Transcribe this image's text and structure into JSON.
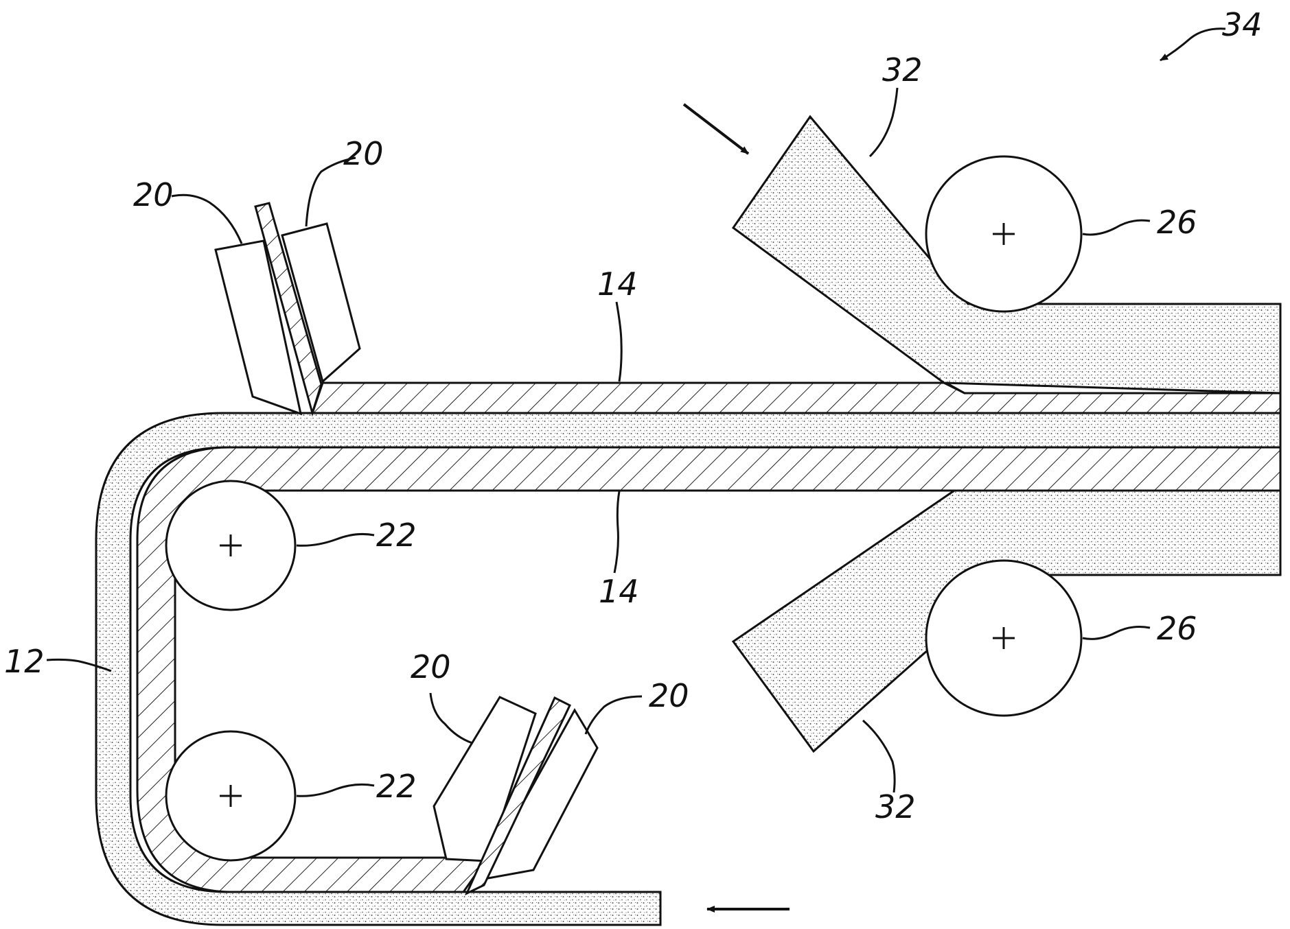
{
  "figure": {
    "colors": {
      "ink": "#111111",
      "paper": "#ffffff",
      "stipple": "#555555"
    },
    "labels": {
      "assembly": "34",
      "strip": "12",
      "layer_top": "14",
      "layer_bottom": "14",
      "blade_ul_left": "20",
      "blade_ul_right": "20",
      "blade_ll_left": "20",
      "blade_ll_right": "20",
      "roller_inner_top": "22",
      "roller_inner_bottom": "22",
      "roller_press_top": "26",
      "roller_press_bottom": "26",
      "foam_top": "32",
      "foam_bottom": "32"
    },
    "arrows": [
      "feed-arrow",
      "return-arrow",
      "assembly-arrow"
    ]
  }
}
